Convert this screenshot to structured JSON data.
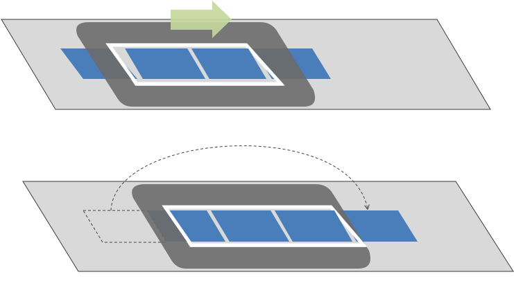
{
  "colors": {
    "plane_fill": "#d9d9d9",
    "plane_stroke": "#3a3a3a",
    "cell": "#4a7ebb",
    "frame": "#6b6b6b",
    "frame_inner": "#ffffff",
    "arrow": "#c4d79b",
    "dashed": "#444444"
  },
  "panels": [
    {
      "id": "top",
      "filled_cells": 4,
      "direction_arrow": "right"
    },
    {
      "id": "bottom",
      "filled_cells": 4,
      "ghost_cell_outline": "dashed",
      "move_arc": "dashed-arrow"
    }
  ]
}
